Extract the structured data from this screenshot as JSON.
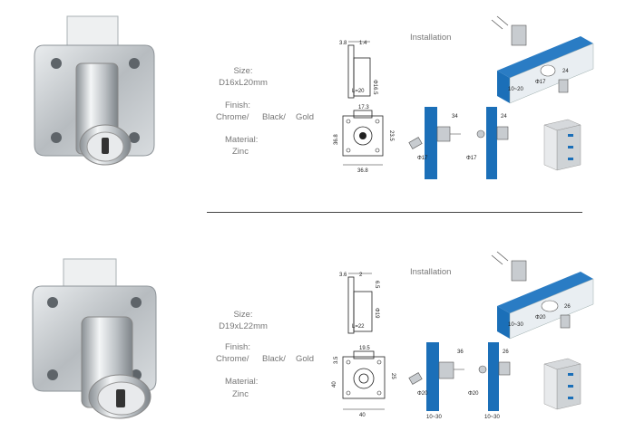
{
  "products": [
    {
      "size_label": "Size:",
      "size_value": "D16xL20mm",
      "finish_label": "Finish:",
      "finish_options": [
        "Chrome/",
        "Black/",
        "Gold"
      ],
      "material_label": "Material:",
      "material_value": "Zinc",
      "installation_label": "Installation",
      "dims": {
        "side_top_a": "3.8",
        "side_top_b": "1.4",
        "side_diameter": "Φ16.5",
        "side_length": "L=20",
        "front_width_top": "17.3",
        "front_height_left": "36.8",
        "front_height_right": "23.5",
        "front_width_bottom": "36.8",
        "inst_a_dia": "Φ17",
        "inst_a_depth": "34",
        "inst_b_dia": "Φ17",
        "inst_b_depth": "24",
        "panel_dia": "Φ17",
        "panel_depth": "24",
        "panel_thickness": "10~20"
      }
    },
    {
      "size_label": "Size:",
      "size_value": "D19xL22mm",
      "finish_label": "Finish:",
      "finish_options": [
        "Chrome/",
        "Black/",
        "Gold"
      ],
      "material_label": "Material:",
      "material_value": "Zinc",
      "installation_label": "Installation",
      "dims": {
        "side_top_a": "3.6",
        "side_top_b": "2",
        "side_top_c": "6.5",
        "side_diameter": "Φ19",
        "side_length": "L=22",
        "front_width_top": "19.5",
        "front_small": "3.5",
        "front_height_left": "40",
        "front_height_right": "25",
        "front_width_bottom": "40",
        "inst_a_dia": "Φ20",
        "inst_a_depth": "36",
        "inst_b_dia": "Φ20",
        "inst_b_depth": "26",
        "panel_dia": "Φ20",
        "panel_depth": "26",
        "panel_thickness": "10~30",
        "bottom_a": "10~30",
        "bottom_b": "10~30"
      }
    }
  ],
  "colors": {
    "panel_blue": "#1b6fb8",
    "chrome": "#c8ccd0",
    "divider": "#444444"
  }
}
